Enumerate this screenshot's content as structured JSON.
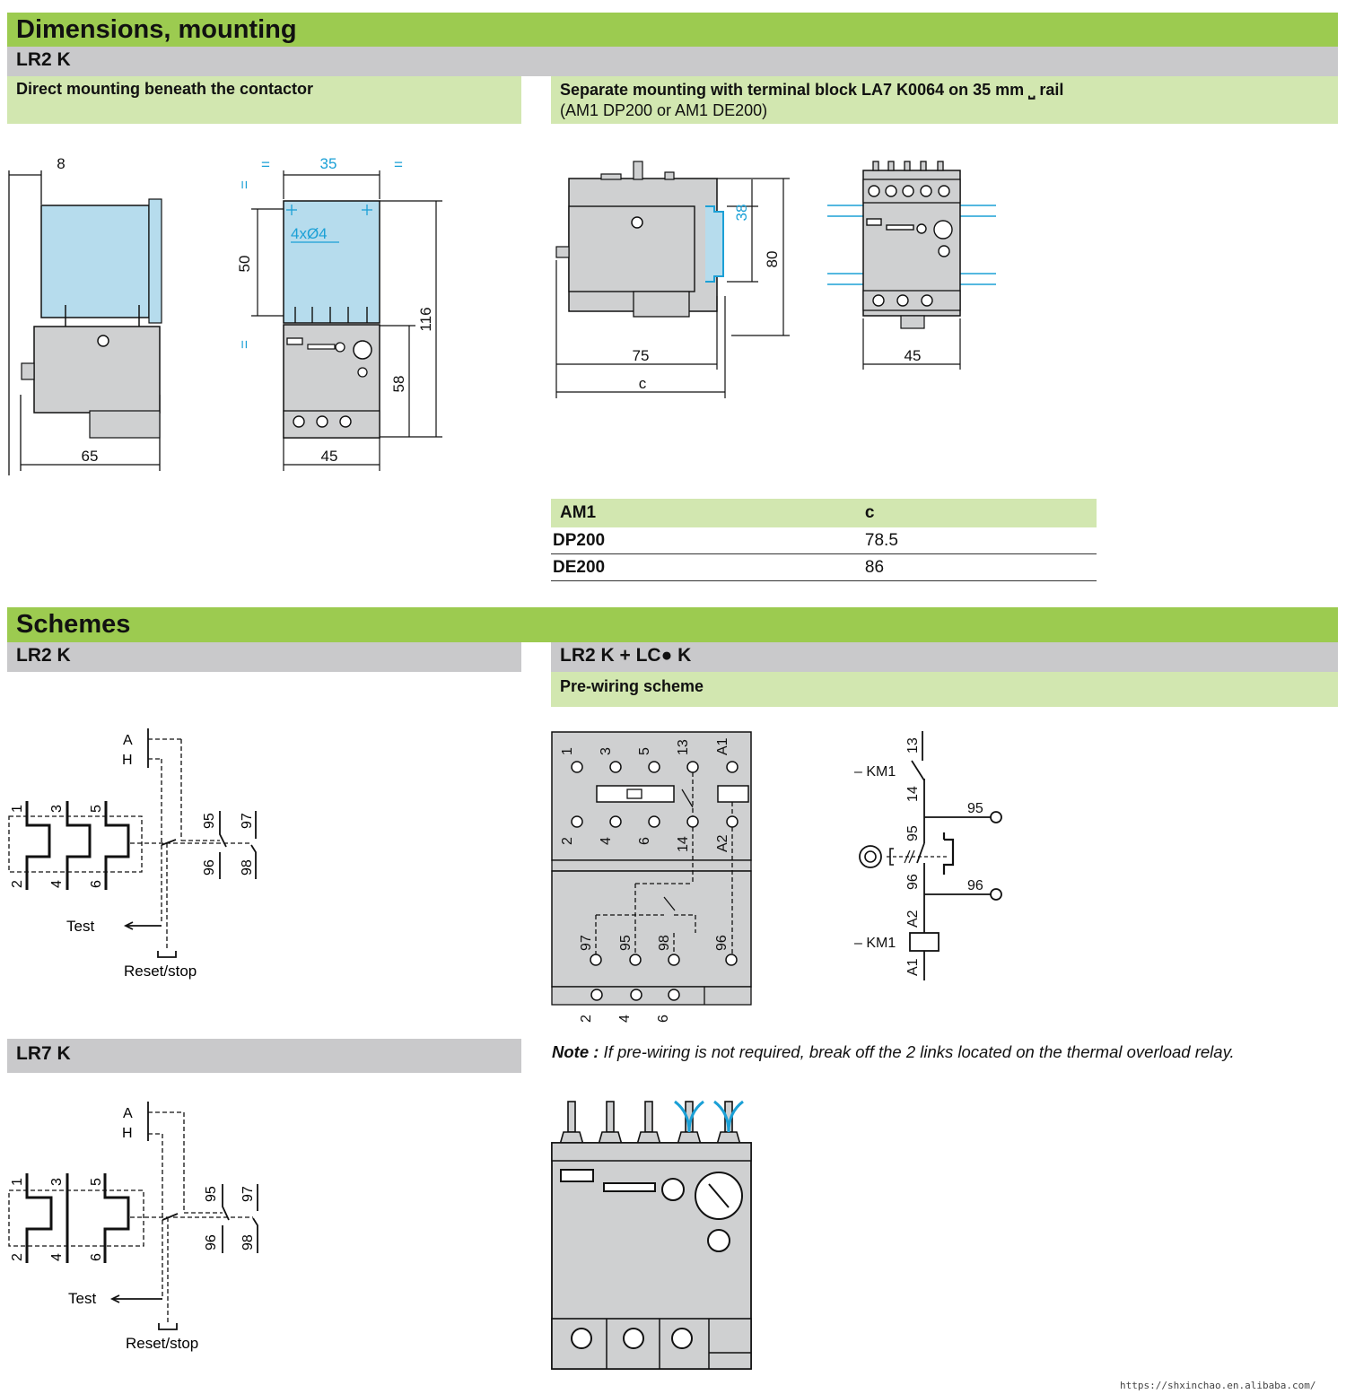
{
  "dimensions": {
    "title": "Dimensions, mounting",
    "model": "LR2 K",
    "left": {
      "heading": "Direct mounting beneath the contactor",
      "side_dims": {
        "top_offset": "8",
        "width": "65"
      },
      "front_dims": {
        "eq_left": "=",
        "width_top": "35",
        "eq_right": "=",
        "eq_top": "=",
        "height_50": "50",
        "eq_bottom": "=",
        "holes": "4xØ4",
        "height_58": "58",
        "height_116": "116",
        "width_bottom": "45"
      }
    },
    "right": {
      "heading": "Separate mounting with terminal block LA7 K0064 on 35 mm ⎵ rail",
      "subheading": "(AM1 DP200 or AM1 DE200)",
      "side_dims": {
        "rail_height": "38",
        "height": "80",
        "width_75": "75",
        "width_c": "c"
      },
      "front_dims": {
        "width": "45"
      }
    },
    "table": {
      "headers": [
        "AM1",
        "c"
      ],
      "rows": [
        {
          "model": "DP200",
          "c": "78.5"
        },
        {
          "model": "DE200",
          "c": "86"
        }
      ]
    }
  },
  "schemes": {
    "title": "Schemes",
    "lr2k": {
      "heading": "LR2 K",
      "labels": {
        "a": "A",
        "h": "H",
        "t1": "1",
        "t3": "3",
        "t5": "5",
        "t2": "2",
        "t4": "4",
        "t6": "6",
        "c95": "95",
        "c96": "96",
        "c97": "97",
        "c98": "98",
        "test": "Test",
        "reset": "Reset/stop"
      }
    },
    "lr7k": {
      "heading": "LR7 K",
      "labels": {
        "a": "A",
        "h": "H",
        "t1": "1",
        "t3": "3",
        "t5": "5",
        "t2": "2",
        "t4": "4",
        "t6": "6",
        "c95": "95",
        "c96": "96",
        "c97": "97",
        "c98": "98",
        "test": "Test",
        "reset": "Reset/stop"
      }
    },
    "combo": {
      "heading": "LR2 K + LC● K",
      "subheading": "Pre-wiring scheme",
      "top_terminals": [
        "1",
        "3",
        "5",
        "13",
        "A1"
      ],
      "mid_terminals": [
        "2",
        "4",
        "6",
        "14",
        "A2"
      ],
      "relay_terminals": [
        "97",
        "95",
        "98",
        "96"
      ],
      "bottom_terminals": [
        "2",
        "4",
        "6"
      ],
      "circuit": {
        "km1_contact": "– KM1",
        "km1_coil": "– KM1",
        "t13": "13",
        "t14": "14",
        "t95": "95",
        "t96": "96",
        "out95": "95",
        "out96": "96",
        "a1": "A1",
        "a2": "A2"
      }
    },
    "note": {
      "label": "Note :",
      "text": " If pre-wiring is not required, break off the 2 links located on the thermal overload relay."
    }
  },
  "footer": {
    "url": "https://shxinchao.en.alibaba.com/"
  },
  "colors": {
    "green": "#9ccb50",
    "grey": "#c9c9cb",
    "light_green": "#d2e7b0",
    "device_grey": "#cfd0d1",
    "device_blue": "#b6dced",
    "dim_blue": "#1ba0d6"
  }
}
